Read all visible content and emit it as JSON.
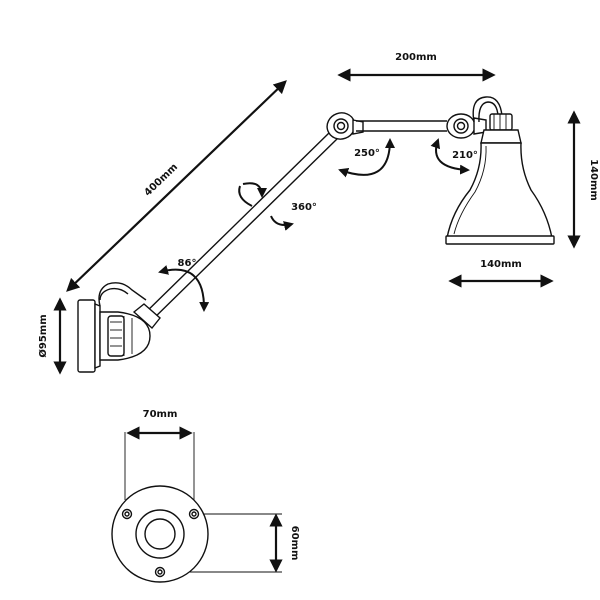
{
  "dimensions": {
    "arm_lower_length": "400mm",
    "arm_upper_length": "200mm",
    "shade_height": "140mm",
    "shade_width": "140mm",
    "base_diameter": "Ø95mm",
    "mount_width": "70mm",
    "mount_height": "60mm"
  },
  "rotations": {
    "base_joint": "86°",
    "arm_axis": "360°",
    "elbow_joint": "250°",
    "head_joint": "210°"
  },
  "colors": {
    "line": "#111111",
    "background": "#ffffff"
  }
}
